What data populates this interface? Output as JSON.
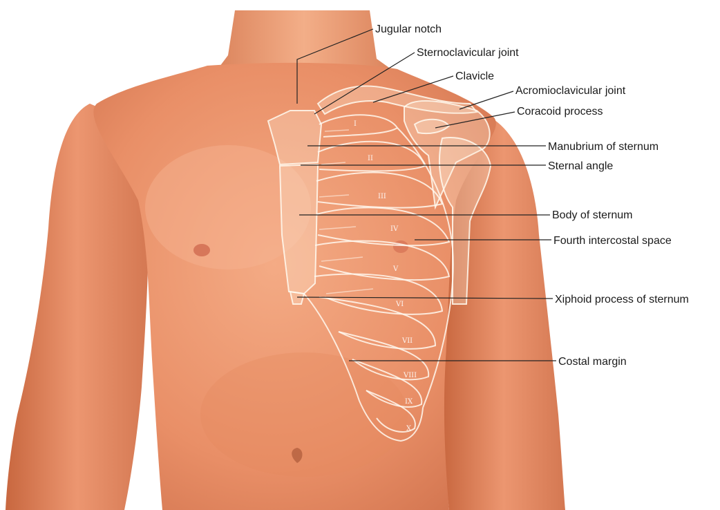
{
  "labels": {
    "jugular_notch": "Jugular notch",
    "sternoclavicular_joint": "Sternoclavicular joint",
    "clavicle": "Clavicle",
    "acromioclavicular_joint": "Acromioclavicular joint",
    "coracoid_process": "Coracoid process",
    "manubrium_of_sternum": "Manubrium of sternum",
    "sternal_angle": "Sternal angle",
    "body_of_sternum": "Body of sternum",
    "fourth_intercostal_space": "Fourth intercostal space",
    "xiphoid_process_of_sternum": "Xiphoid process of sternum",
    "costal_margin": "Costal margin"
  },
  "ribs": [
    "I",
    "II",
    "III",
    "IV",
    "V",
    "VI",
    "VII",
    "VIII",
    "IX",
    "X"
  ],
  "colors": {
    "skin_light": "#f2a882",
    "skin_mid": "#e88d65",
    "skin_dark": "#c96c48",
    "background": "#ffffff",
    "leader_line": "#222222"
  }
}
